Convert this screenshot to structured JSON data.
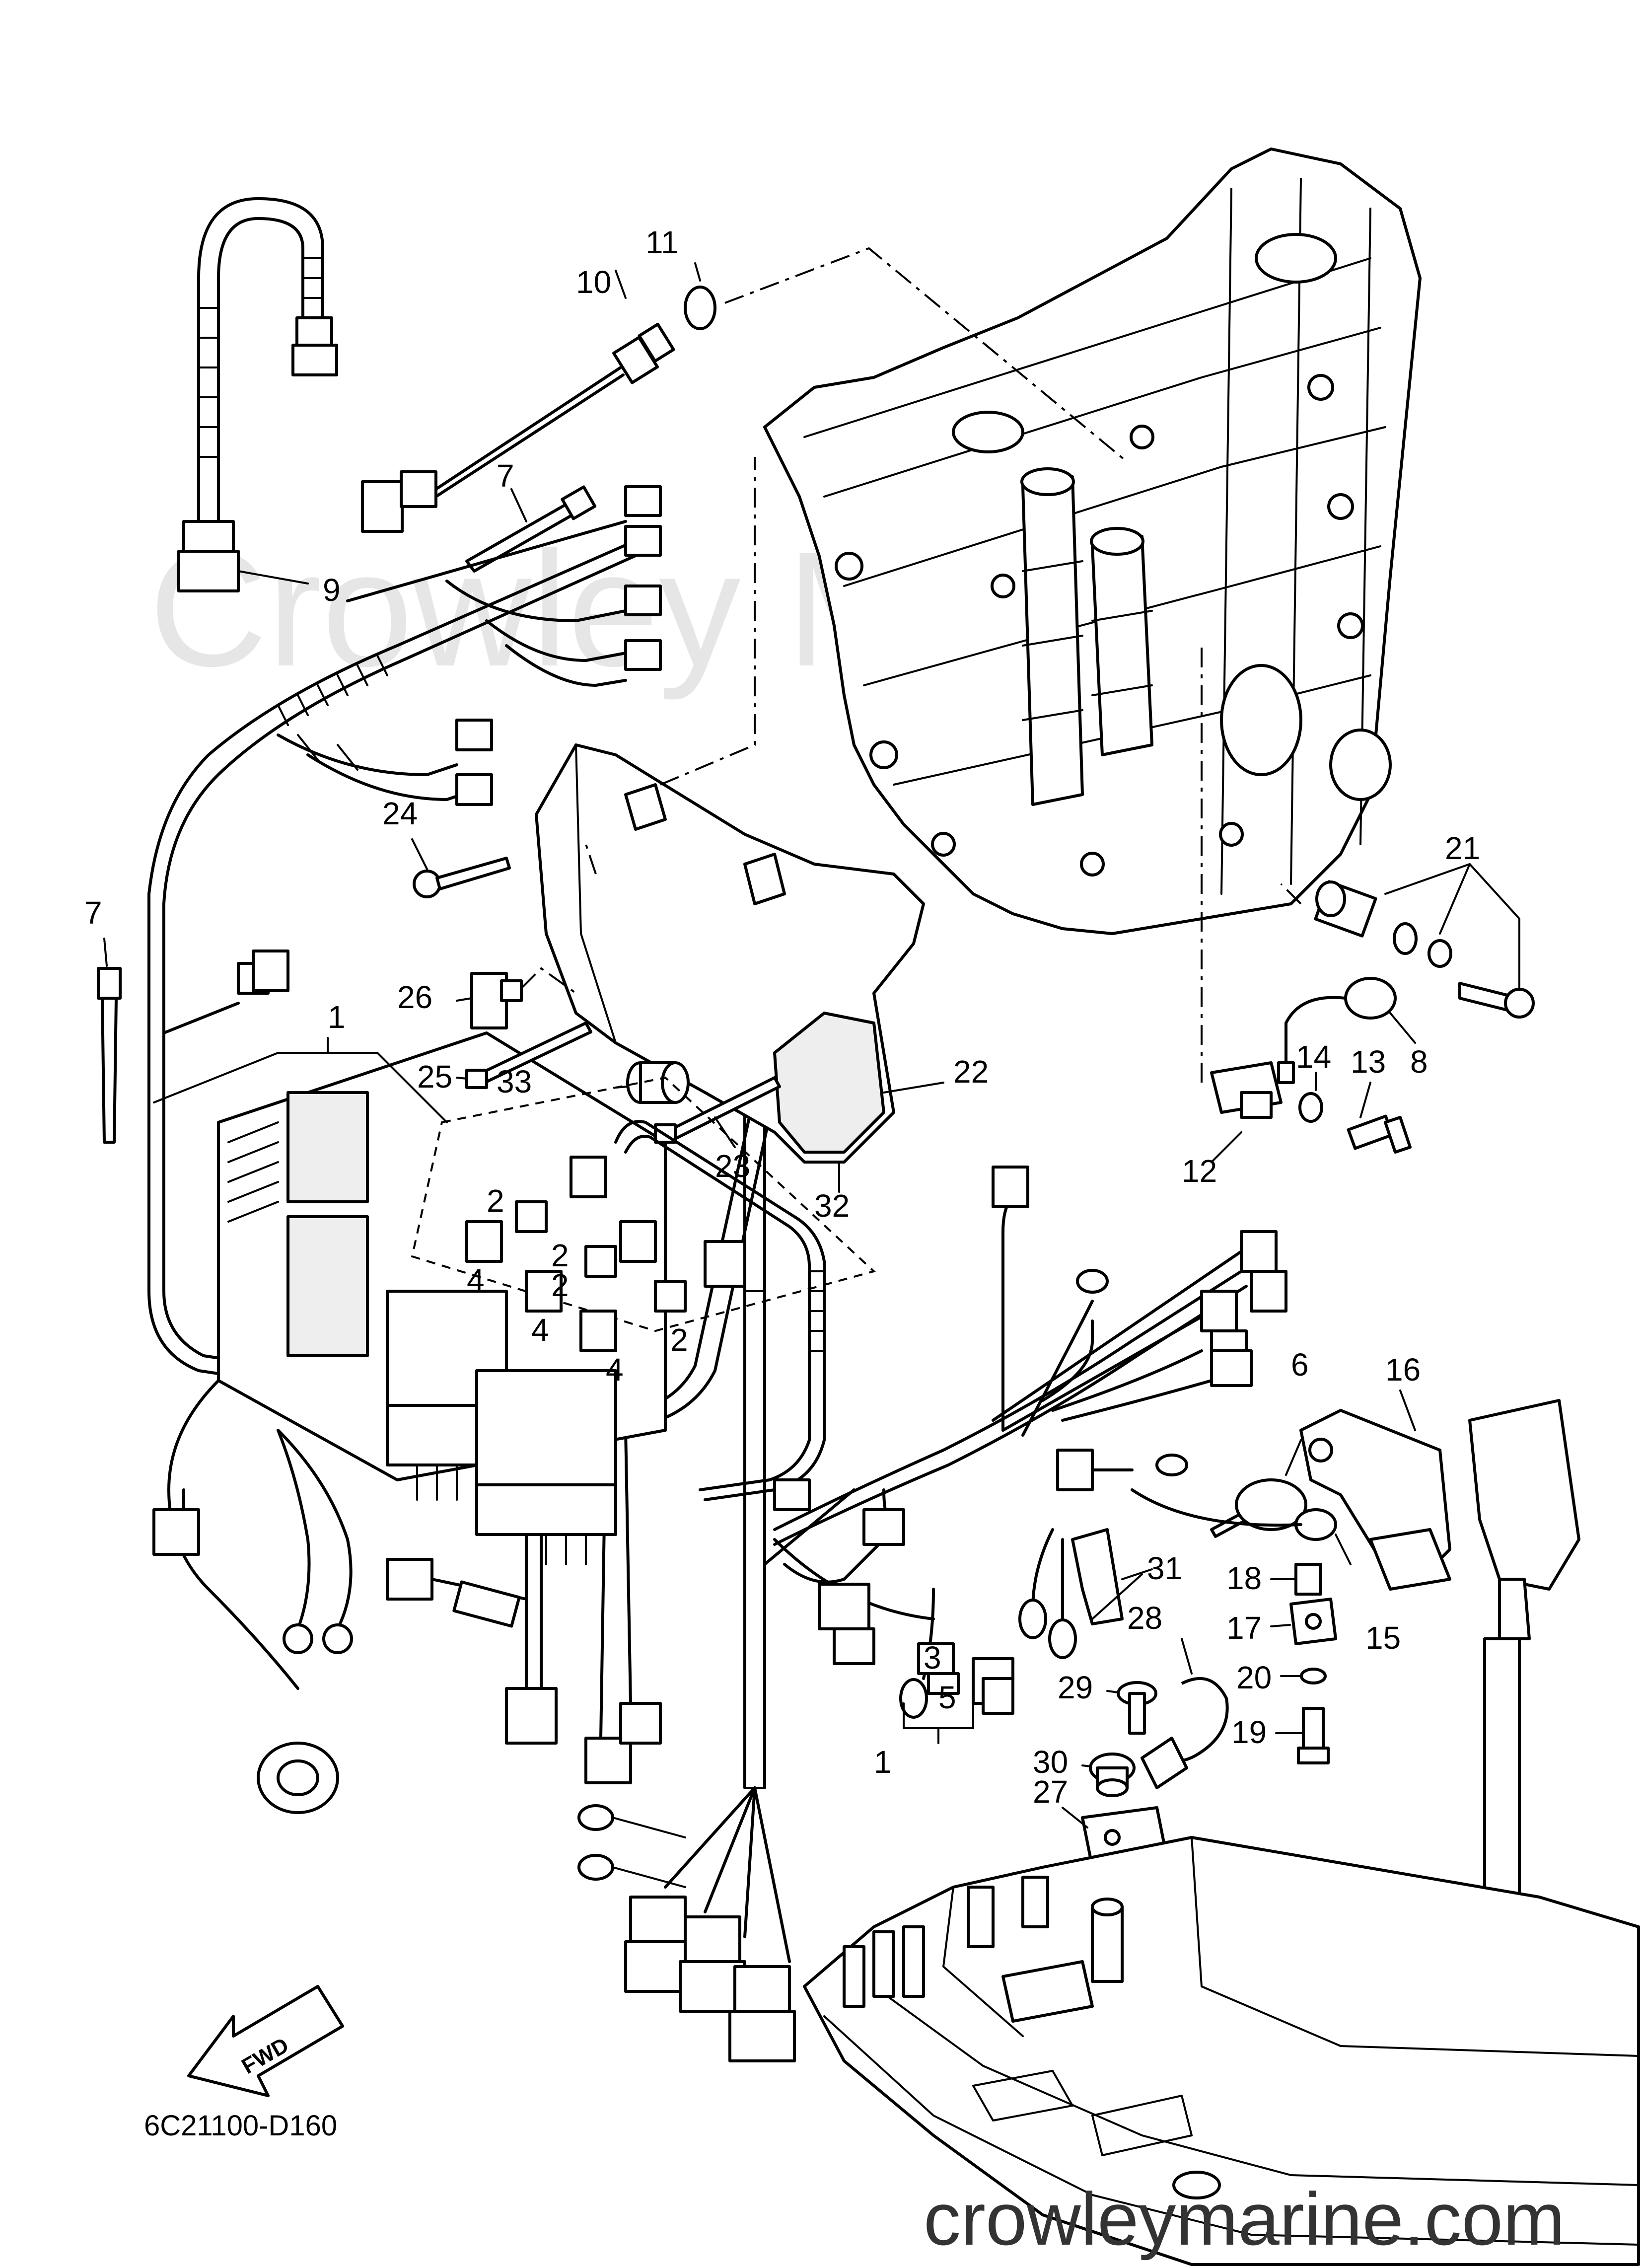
{
  "diagram": {
    "callouts": [
      "1",
      "2",
      "3",
      "4",
      "5",
      "6",
      "7",
      "8",
      "9",
      "10",
      "11",
      "12",
      "13",
      "14",
      "15",
      "16",
      "17",
      "18",
      "19",
      "20",
      "21",
      "22",
      "23",
      "24",
      "25",
      "26",
      "27",
      "28",
      "29",
      "30",
      "31",
      "32",
      "33"
    ],
    "diagram_code": "6C21100-D160",
    "direction_marker": "FWD",
    "watermark": "Crowley Marine",
    "site_url": "crowleymarine.com"
  }
}
